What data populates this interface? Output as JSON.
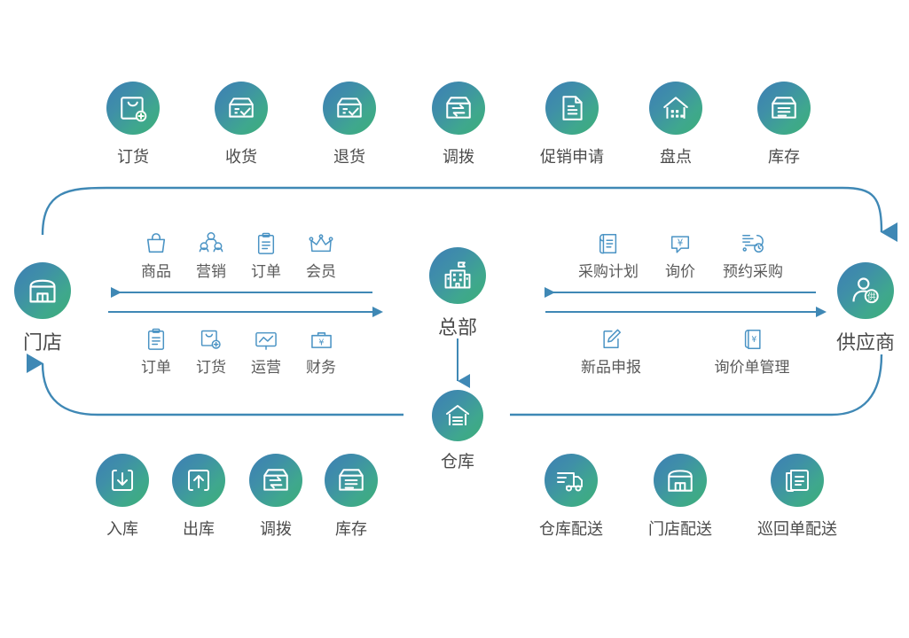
{
  "palette": {
    "circle_gradient_from": "#3d7fb4",
    "circle_gradient_to": "#3cad79",
    "line_blue": "#3f88b5",
    "icon_blue": "#4a93c4",
    "label_dark": "#4b4b4b",
    "label_gray": "#5a5a5a",
    "background": "#ffffff"
  },
  "top_row": [
    {
      "label": "订货",
      "icon": "order-bag-plus-icon"
    },
    {
      "label": "收货",
      "icon": "receive-box-check-icon"
    },
    {
      "label": "退货",
      "icon": "return-box-check-icon"
    },
    {
      "label": "调拨",
      "icon": "transfer-box-arrows-icon"
    },
    {
      "label": "促销申请",
      "icon": "promotion-document-icon"
    },
    {
      "label": "盘点",
      "icon": "stocktake-warehouse-icon"
    },
    {
      "label": "库存",
      "icon": "inventory-box-lines-icon"
    }
  ],
  "bottom_left_row": [
    {
      "label": "入库",
      "icon": "inbound-arrow-down-icon"
    },
    {
      "label": "出库",
      "icon": "outbound-arrow-up-icon"
    },
    {
      "label": "调拨",
      "icon": "transfer-box-arrows-icon"
    },
    {
      "label": "库存",
      "icon": "inventory-box-lines-icon"
    }
  ],
  "bottom_right_row": [
    {
      "label": "仓库配送",
      "icon": "delivery-truck-icon"
    },
    {
      "label": "门店配送",
      "icon": "store-front-icon"
    },
    {
      "label": "巡回单配送",
      "icon": "route-documents-icon"
    }
  ],
  "nodes": {
    "store": {
      "label": "门店",
      "icon": "store-front-icon"
    },
    "headquarter": {
      "label": "总部",
      "icon": "headquarters-building-icon"
    },
    "supplier": {
      "label": "供应商",
      "icon": "supplier-person-icon"
    },
    "warehouse": {
      "label": "仓库",
      "icon": "warehouse-icon"
    }
  },
  "store_hq_top": [
    {
      "label": "商品",
      "icon": "goods-bag-icon"
    },
    {
      "label": "营销",
      "icon": "marketing-group-icon"
    },
    {
      "label": "订单",
      "icon": "order-clipboard-icon"
    },
    {
      "label": "会员",
      "icon": "member-crown-icon"
    }
  ],
  "store_hq_bottom": [
    {
      "label": "订单",
      "icon": "order-clipboard-icon"
    },
    {
      "label": "订货",
      "icon": "order-bag-plus-icon"
    },
    {
      "label": "运营",
      "icon": "operation-chart-icon"
    },
    {
      "label": "财务",
      "icon": "finance-yen-icon"
    }
  ],
  "hq_supplier_top": [
    {
      "label": "采购计划",
      "icon": "purchase-plan-icon"
    },
    {
      "label": "询价",
      "icon": "inquiry-yen-bubble-icon"
    },
    {
      "label": "预约采购",
      "icon": "reserve-purchase-icon"
    }
  ],
  "hq_supplier_bottom": [
    {
      "label": "新品申报",
      "icon": "new-product-pencil-icon"
    },
    {
      "label": "询价单管理",
      "icon": "inquiry-sheet-icon"
    }
  ]
}
